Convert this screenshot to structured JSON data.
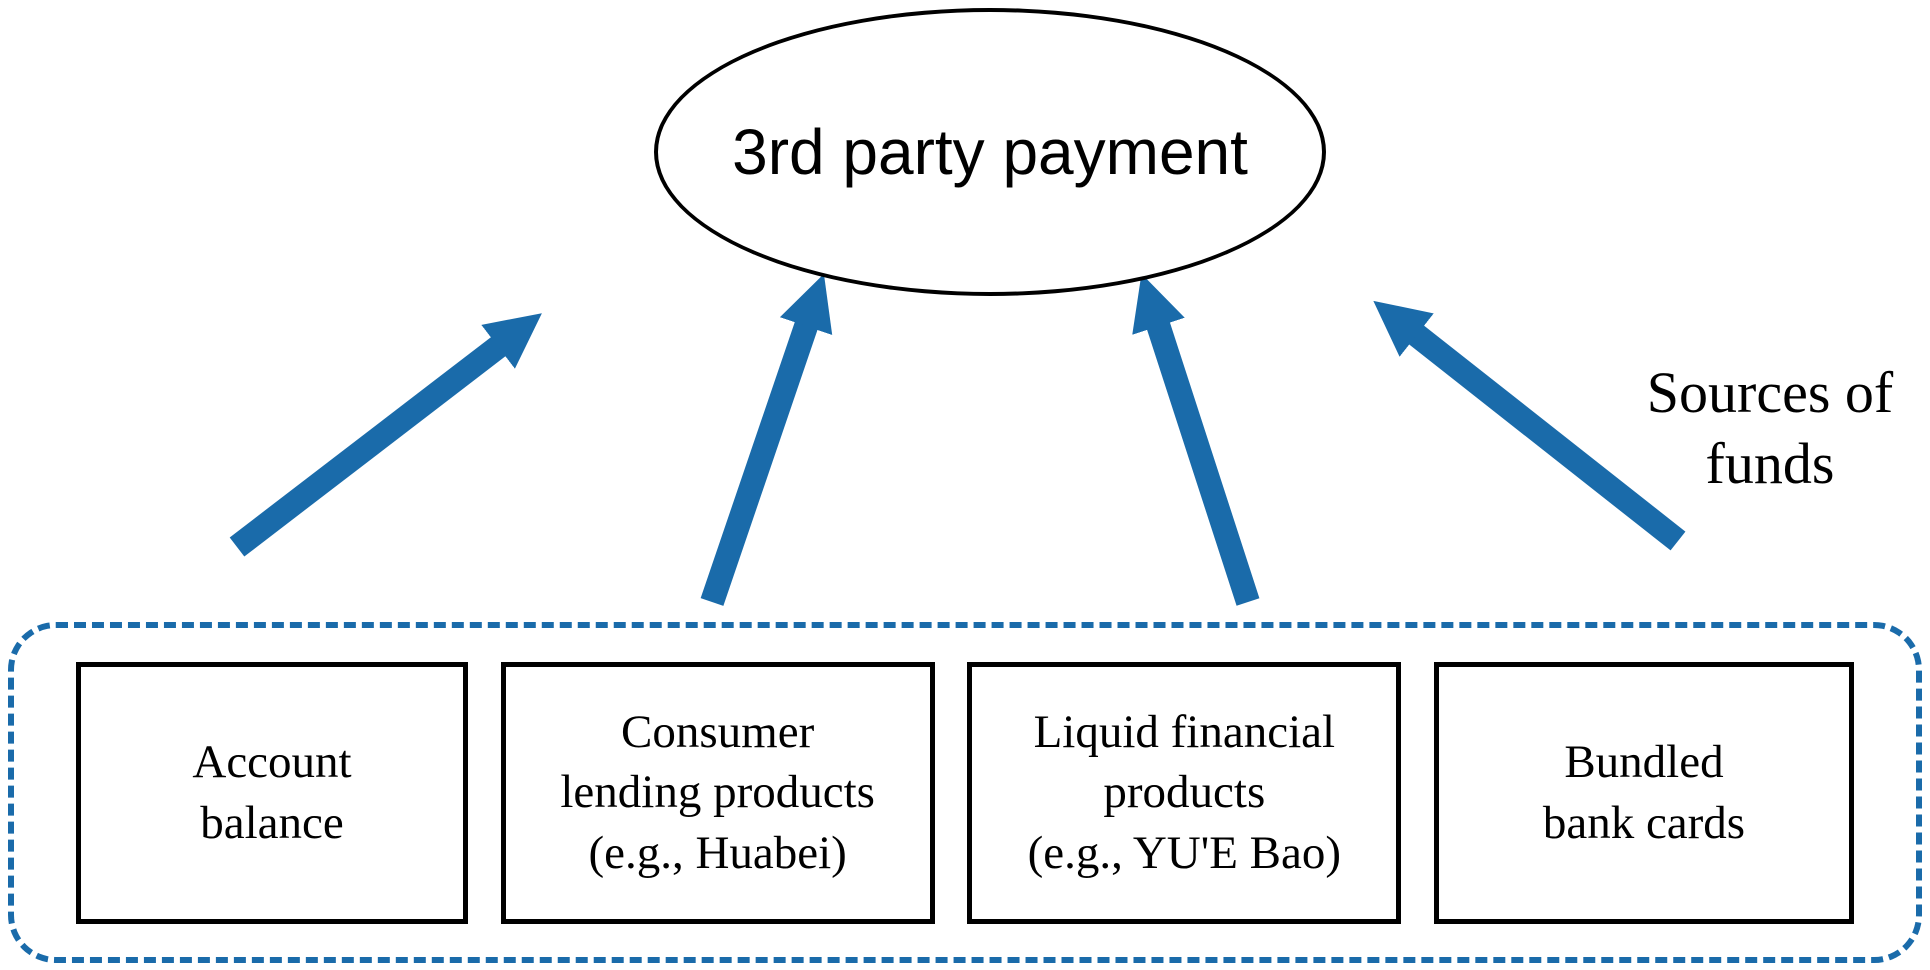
{
  "diagram": {
    "top_node": {
      "label": "3rd party payment"
    },
    "side_label": {
      "lines": [
        "Sources of",
        "funds"
      ]
    },
    "boxes": [
      {
        "name": "account-balance",
        "lines": [
          "Account",
          "balance"
        ]
      },
      {
        "name": "consumer-lending-products",
        "lines": [
          "Consumer",
          "lending products",
          "(e.g., Huabei)"
        ]
      },
      {
        "name": "liquid-financial-products",
        "lines": [
          "Liquid financial",
          "products",
          "(e.g., YU'E Bao)"
        ]
      },
      {
        "name": "bundled-bank-cards",
        "lines": [
          "Bundled",
          "bank cards"
        ]
      }
    ],
    "arrows": [
      {
        "name": "arrow-from-account-balance"
      },
      {
        "name": "arrow-from-consumer-lending"
      },
      {
        "name": "arrow-from-liquid-financial"
      },
      {
        "name": "arrow-from-bundled-cards"
      }
    ],
    "colors": {
      "arrow_blue": "#1A6BAA",
      "dashed_border_blue": "#1A6BAA",
      "node_border": "#000000",
      "background": "#FFFFFF"
    }
  }
}
